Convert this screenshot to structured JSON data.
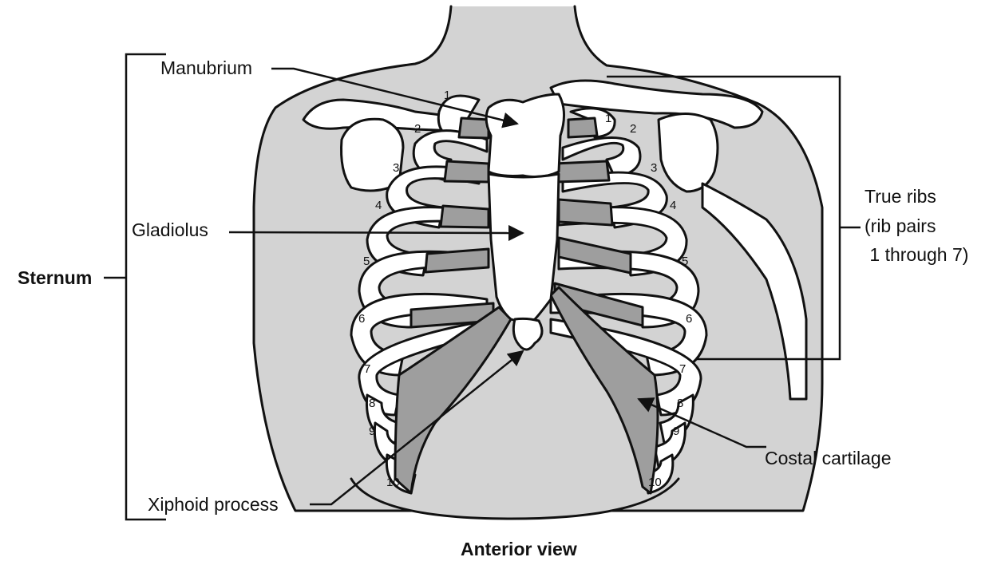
{
  "labels": {
    "manubrium": "Manubrium",
    "gladiolus": "Gladiolus",
    "sternum": "Sternum",
    "xiphoid": "Xiphoid process",
    "costal": "Costal cartilage",
    "true_ribs": [
      "True ribs",
      "(rib pairs",
      " 1 through 7)"
    ],
    "caption": "Anterior view"
  },
  "rib_numbers": [
    "1",
    "2",
    "3",
    "4",
    "5",
    "6",
    "7",
    "8",
    "9",
    "10"
  ],
  "colors": {
    "body": "#d3d3d3",
    "rib_fill": "#ffffff",
    "cartilage": "#9e9e9e",
    "outline": "#111111"
  }
}
